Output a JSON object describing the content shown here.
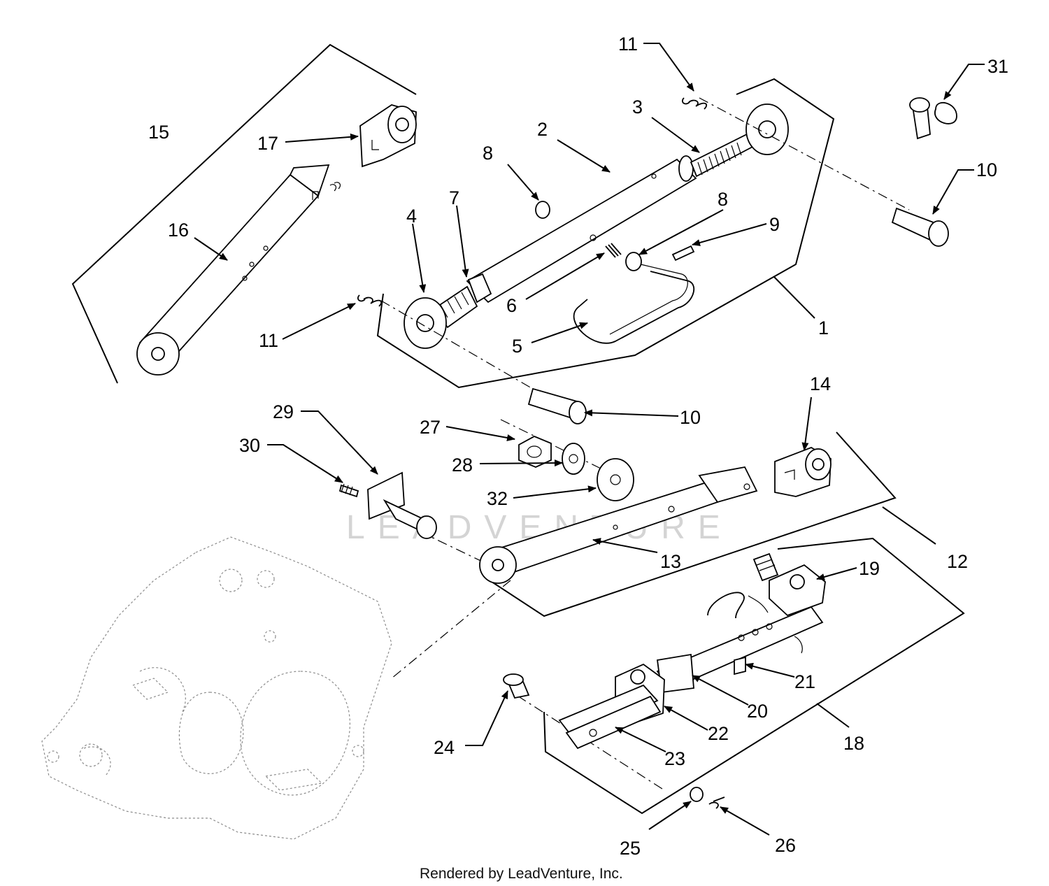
{
  "diagram": {
    "watermark": "LEADVENTURE",
    "credit": "Rendered by LeadVenture, Inc.",
    "callouts": {
      "c1": "1",
      "c2": "2",
      "c3": "3",
      "c4": "4",
      "c5": "5",
      "c6": "6",
      "c7": "7",
      "c8a": "8",
      "c8b": "8",
      "c9": "9",
      "c10a": "10",
      "c10b": "10",
      "c11a": "11",
      "c11b": "11",
      "c12": "12",
      "c13": "13",
      "c14": "14",
      "c15": "15",
      "c16": "16",
      "c17": "17",
      "c18": "18",
      "c19": "19",
      "c20": "20",
      "c21": "21",
      "c22": "22",
      "c23": "23",
      "c24": "24",
      "c25": "25",
      "c26": "26",
      "c27": "27",
      "c28": "28",
      "c29": "29",
      "c30": "30",
      "c31": "31",
      "c32": "32"
    }
  }
}
